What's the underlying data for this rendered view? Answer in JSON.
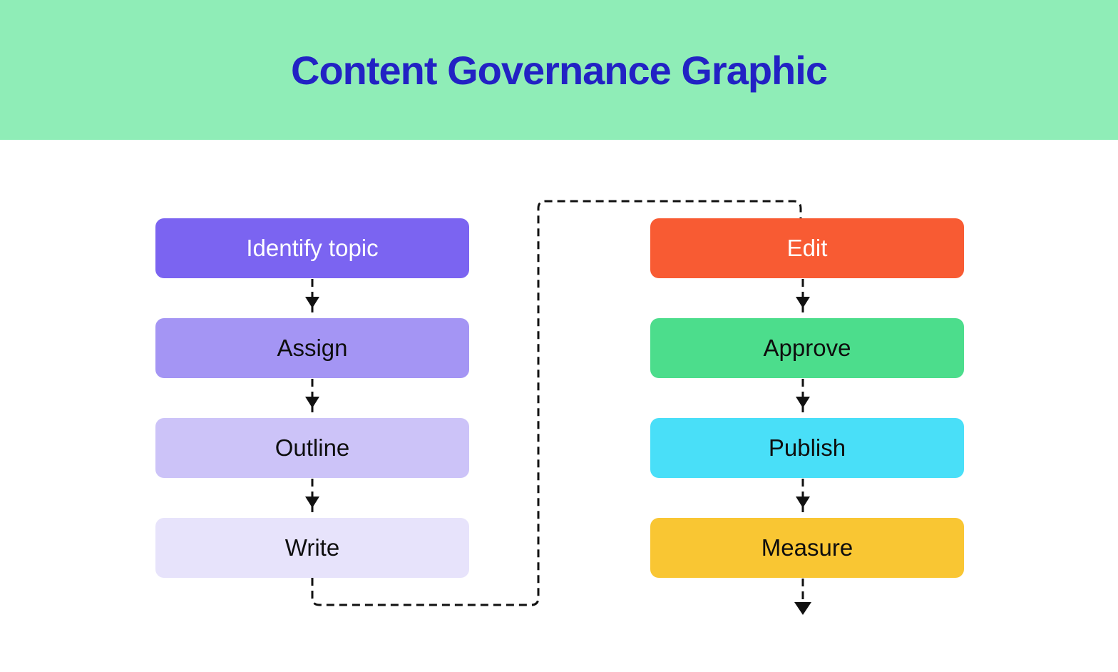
{
  "header": {
    "title": "Content Governance Graphic",
    "bg_color": "#8FEDB7",
    "title_color": "#2222C4"
  },
  "flow": {
    "left_column": [
      {
        "label": "Identify topic",
        "bg": "#7B64F1",
        "text_color": "#FFFFFF"
      },
      {
        "label": "Assign",
        "bg": "#A495F4",
        "text_color": "#0E0E0E"
      },
      {
        "label": "Outline",
        "bg": "#CCC3F8",
        "text_color": "#0E0E0E"
      },
      {
        "label": "Write",
        "bg": "#E7E3FB",
        "text_color": "#0E0E0E"
      }
    ],
    "right_column": [
      {
        "label": "Edit",
        "bg": "#F85B33",
        "text_color": "#FFFFFF"
      },
      {
        "label": "Approve",
        "bg": "#4CDD8C",
        "text_color": "#0E0E0E"
      },
      {
        "label": "Publish",
        "bg": "#49DFF8",
        "text_color": "#0E0E0E"
      },
      {
        "label": "Measure",
        "bg": "#F9C633",
        "text_color": "#0E0E0E"
      }
    ],
    "connector_color": "#111111"
  }
}
